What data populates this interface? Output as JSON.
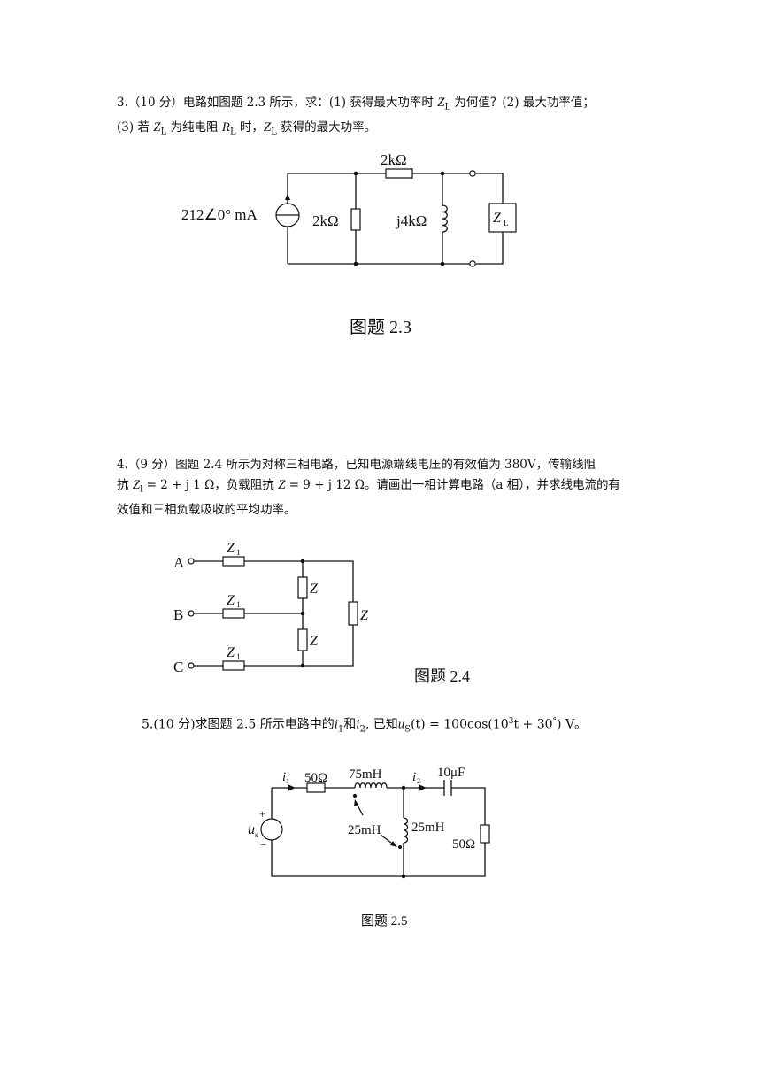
{
  "q3": {
    "num": "3.",
    "score": "（10 分）",
    "text_a": "电路如图题 2.3 所示，求：(1) 获得最大功率时 ",
    "z": "Z",
    "zsub": "L",
    "text_b": " 为何值？(2) 最大功率值；",
    "text_c": "(3) 若 ",
    "text_d": " 为纯电阻 ",
    "r": "R",
    "rsub": "L",
    "text_e": " 时，",
    "text_f": " 获得的最大功率。",
    "fig": {
      "source": "212∠0° mA",
      "r_top": "2kΩ",
      "r_shunt": "2kΩ",
      "inductor": "j4kΩ",
      "load": "Z",
      "load_sub": "L"
    },
    "caption": "图题 2.3"
  },
  "q4": {
    "num": "4.",
    "score": "（9 分）",
    "text_a": "图题 2.4 所示为对称三相电路，已知电源端线电压的有效值为 380V，传输线阻",
    "text_b": "抗 ",
    "z1": "Z",
    "z1sub": "l",
    "text_c": " = 2 + j 1 Ω，负载阻抗 ",
    "z": "Z",
    "text_d": " = 9 + j 12 Ω。请画出一相计算电路（a 相），并求线电流的有",
    "text_e": "效值和三相负载吸收的平均功率。",
    "fig": {
      "terminals": [
        "A",
        "B",
        "C"
      ],
      "line_imp": "Z",
      "line_sub": "1",
      "load": "Z"
    },
    "caption": "图题 2.4"
  },
  "q5": {
    "text_a": "5.(10 分)求图题 2.5 所示电路中的",
    "i1": "i",
    "i1sub": "1",
    "and": "和",
    "i2": "i",
    "i2sub": "2",
    "text_b": ", 已知",
    "us": "u",
    "ussub": "S",
    "text_c": "(t) = 100cos(10",
    "exp3": "3",
    "text_d": "t + 30",
    "deg": "°",
    "text_e": ") V。",
    "fig": {
      "i1": "i",
      "i1sub": "1",
      "r1": "50Ω",
      "l1": "75mH",
      "i2": "i",
      "i2sub": "2",
      "cap": "10μF",
      "m": "25mH",
      "l2": "25mH",
      "r2": "50Ω",
      "us": "u",
      "ussub": "s",
      "plus": "+",
      "minus": "−"
    },
    "caption": "图题 2.5"
  }
}
